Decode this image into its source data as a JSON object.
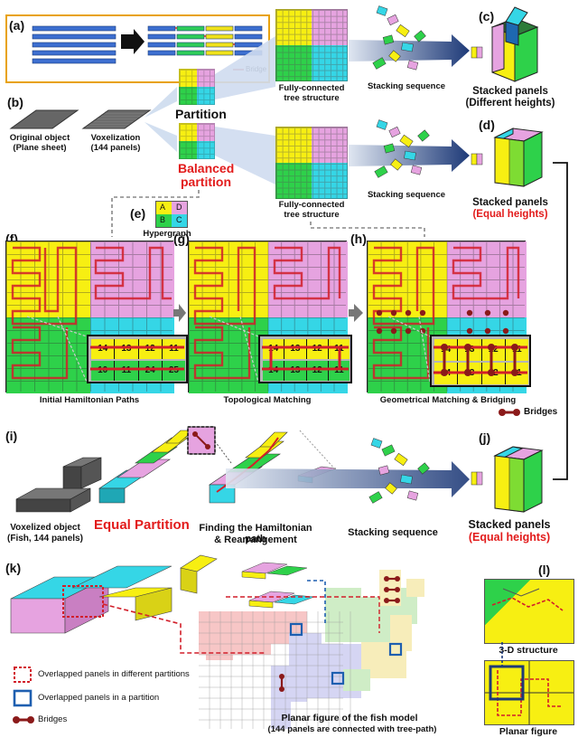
{
  "panels": {
    "a": "(a)",
    "b": "(b)",
    "c": "(c)",
    "d": "(d)",
    "e": "(e)",
    "f": "(f)",
    "g": "(g)",
    "h": "(h)",
    "i": "(i)",
    "j": "(j)",
    "k": "(k)",
    "l": "(l)"
  },
  "a": {
    "bridge_legend": "Bridge"
  },
  "b": {
    "original_line1": "Original object",
    "original_line2": "(Plane sheet)",
    "voxel_line1": "Voxelization",
    "voxel_line2": "(144 panels)",
    "partition": "Partition",
    "balanced_line1": "Balanced",
    "balanced_line2": "partition"
  },
  "top_row": {
    "tree_line1": "Fully-connected",
    "tree_line2": "tree structure",
    "stacking": "Stacking sequence",
    "stacked_line1": "Stacked panels",
    "stacked_line2": "(Different heights)"
  },
  "mid_row": {
    "tree_line1": "Fully-connected",
    "tree_line2": "tree structure",
    "stacking": "Stacking sequence",
    "stacked_line1": "Stacked panels",
    "stacked_line2": "(Equal heights)"
  },
  "e": {
    "title": "Hypergraph",
    "cells": [
      "A",
      "D",
      "B",
      "C"
    ]
  },
  "f": {
    "caption": "Initial Hamiltonian Paths",
    "zoom_top": [
      "14",
      "13",
      "12",
      "11"
    ],
    "zoom_bottom": [
      "10",
      "11",
      "24",
      "25"
    ]
  },
  "g": {
    "caption": "Topological Matching",
    "zoom_top": [
      "14",
      "13",
      "12",
      "11"
    ],
    "zoom_bottom": [
      "14",
      "13",
      "12",
      "11"
    ]
  },
  "h": {
    "caption": "Geometrical Matching & Bridging",
    "zoom_top": [
      "14",
      "13",
      "12",
      "11"
    ],
    "zoom_bottom": [
      "14",
      "13",
      "12",
      "11"
    ],
    "bridges_legend": "Bridges"
  },
  "i": {
    "voxel_line1": "Voxelized object",
    "voxel_line2": "(Fish, 144 panels)",
    "equal_partition": "Equal Partition",
    "finding_line1": "Finding the Hamiltonian path",
    "finding_line2": "& Rearrangement",
    "stacking": "Stacking sequence"
  },
  "j": {
    "stacked_line1": "Stacked panels",
    "stacked_line2": "(Equal heights)"
  },
  "k": {
    "legend_overlap_diff": "Overlapped panels in different partitions",
    "legend_overlap_same": "Overlapped panels in a partition",
    "legend_bridges": "Bridges",
    "planar_line1": "Planar figure of the fish model",
    "planar_line2": "(144 panels are connected with tree-path)"
  },
  "l": {
    "structure": "3-D structure",
    "planar": "Planar figure"
  },
  "colors": {
    "yellow": "#f7ef12",
    "pink": "#e6a3e0",
    "cyan": "#35d6e6",
    "green": "#2ed14a",
    "red": "#e21b1b",
    "navy": "#1e3a78",
    "gold_frame": "#e8a20c"
  }
}
